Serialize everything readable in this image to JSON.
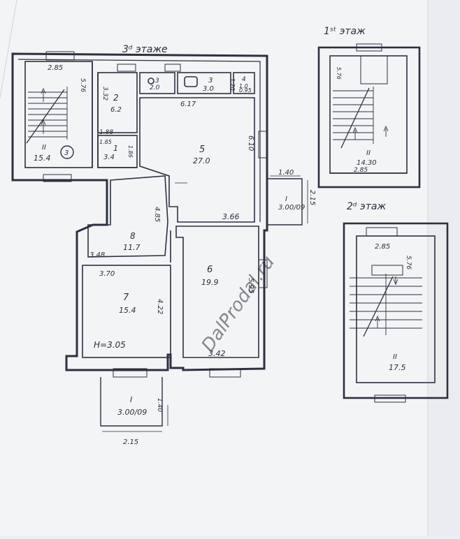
{
  "headings": {
    "floor3": "3ᵈ этаже",
    "floor1": "1ˢᵗ этаж",
    "floor2": "2ᵈ этаж"
  },
  "watermark": "DalProdal.ru",
  "floor3": {
    "stair": {
      "num": "II",
      "area": "15.4",
      "circle": "3",
      "dim_top": "2.85",
      "dim_side": "5.76"
    },
    "rooms": {
      "r2": {
        "num": "2",
        "area": "6.2"
      },
      "r3a": {
        "num": "3",
        "area": "2.0"
      },
      "r3b": {
        "num": "3",
        "area": "3.0"
      },
      "r4": {
        "num": "4",
        "area": "1.0"
      },
      "r1": {
        "num": "1",
        "area": "3.4"
      },
      "r5": {
        "num": "5",
        "area": "27.0"
      },
      "r8": {
        "num": "8",
        "area": "11.7"
      },
      "r7": {
        "num": "7",
        "area": "15.4"
      },
      "r6": {
        "num": "6",
        "area": "19.9"
      },
      "balc_right": {
        "num": "I",
        "area": "3.00/09"
      },
      "balc_bottom": {
        "num": "I",
        "area": "3.00/09"
      }
    },
    "dims": {
      "d332": "3.32",
      "d120": "1.20",
      "d095": "0.95",
      "d617": "6.17",
      "d188": "1.88",
      "d185": "1.85",
      "d186": "1.86",
      "d610": "6.10",
      "d140": "1.40",
      "d215a": "2.15",
      "d366": "3.66",
      "d485": "4.85",
      "d348": "3.48",
      "d370": "3.70",
      "d422": "4.22",
      "d595": "5.95",
      "d342": "3.42",
      "height": "H=3.05",
      "d140b": "1.40",
      "d215b": "2.15"
    }
  },
  "floor1": {
    "num": "II",
    "area": "14.30",
    "dim_side": "5.76",
    "dim_bottom": "2.85"
  },
  "floor2": {
    "num": "II",
    "area": "17.5",
    "dim_top": "2.85",
    "dim_side": "5.76"
  }
}
